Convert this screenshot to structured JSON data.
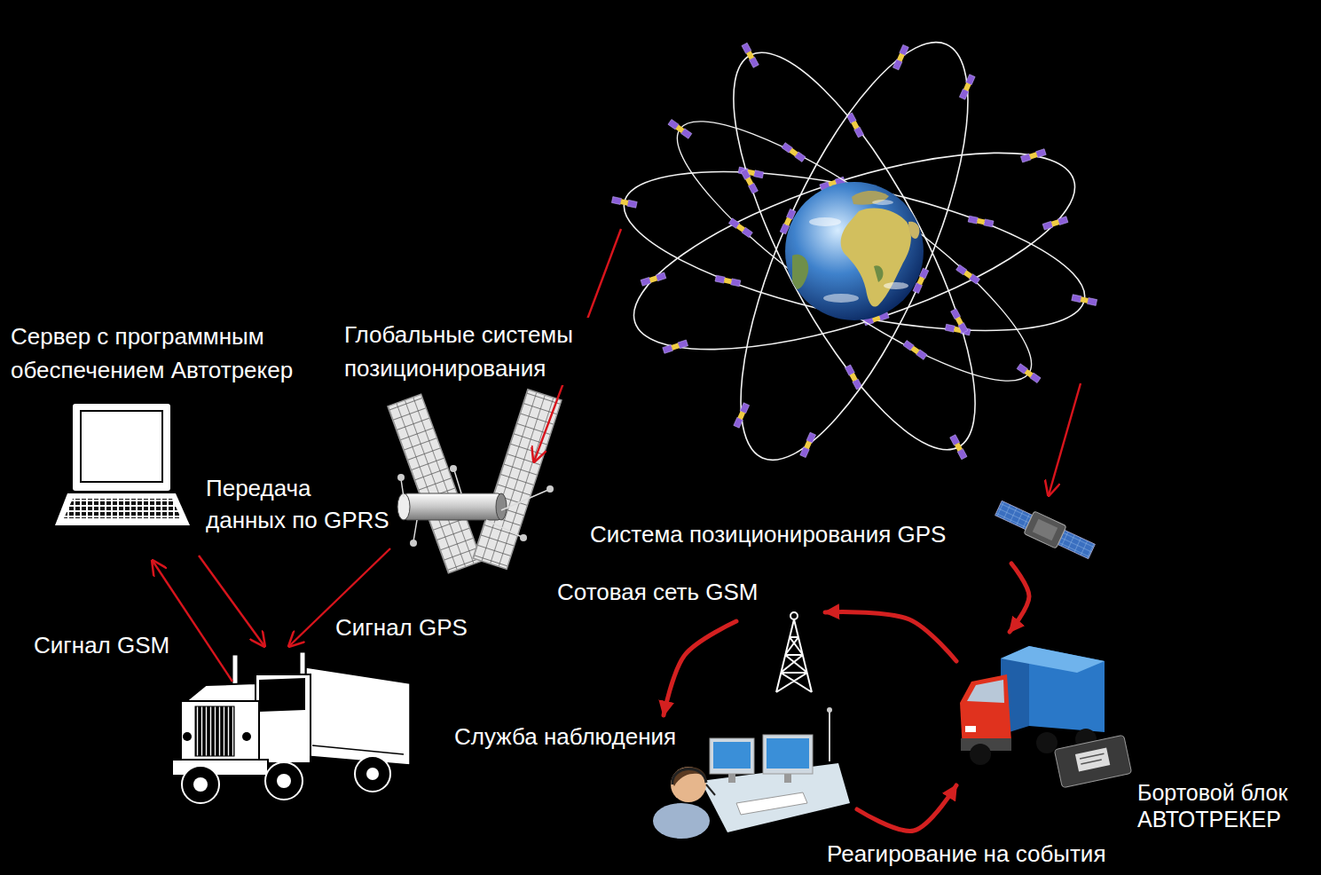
{
  "diagram": {
    "nodes": [
      {
        "text": [
          "Сервер с программным обеспечением Автотрекер"
        ]
      },
      {
        "text": [
          "Глобальные системы позиционирования"
        ]
      },
      {
        "text": [
          "Система позиционирования GPS"
        ]
      },
      {
        "text": [
          "Сотовая сеть GSM"
        ]
      },
      {
        "text": [
          "Служба наблюдения"
        ]
      },
      {
        "text": [
          "Бортовой блок АВТОТРЕКЕР"
        ]
      }
    ],
    "edges": [
      {
        "from": 2,
        "to": 5,
        "arrow": "to"
      },
      {
        "from": 5,
        "to": 3,
        "arrow": "to"
      },
      {
        "from": 3,
        "to": 4,
        "arrow": "to"
      },
      {
        "from": 4,
        "to": 5,
        "arrow": "to",
        "label": "Реагирование на события"
      }
    ],
    "labels": [
      "Передача данных по GPRS",
      "Сигнал GPS",
      "Сигнал GSM"
    ]
  }
}
